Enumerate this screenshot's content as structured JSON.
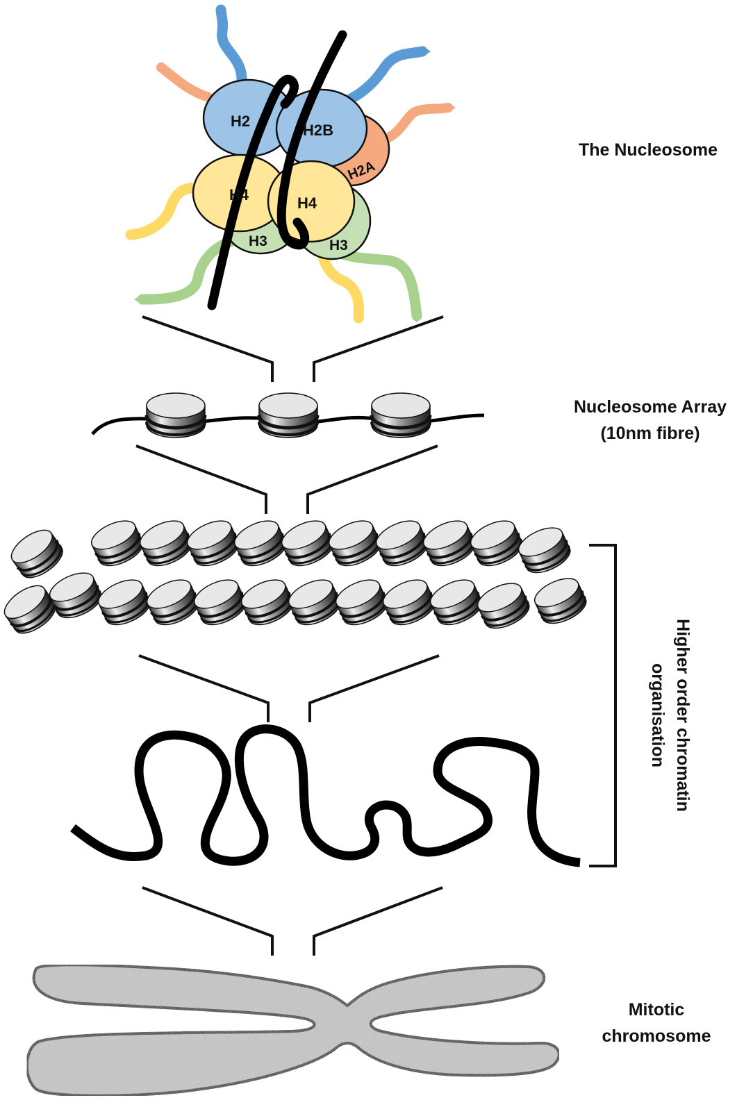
{
  "labels": {
    "nucleosome": "The Nucleosome",
    "array_line1": "Nucleosome Array",
    "array_line2": "(10nm fibre)",
    "higher_line1": "Higher order chromatin",
    "higher_line2": "organisation",
    "mitotic_line1": "Mitotic",
    "mitotic_line2": "chromosome"
  },
  "histones": {
    "h2a_left": "H2",
    "h2b": "H2B",
    "h2a_right": "H2A",
    "h4_left": "H4",
    "h4_right": "H4",
    "h3_left": "H3",
    "h3_right": "H3"
  },
  "colors": {
    "h2a": "#F4A97F",
    "h2b": "#9DC3E6",
    "h2b_tail": "#5B9BD5",
    "h4": "#FFE699",
    "h4_tail": "#FFD966",
    "h3": "#C5E0B4",
    "h3_tail": "#A9D18E",
    "dna": "#000000",
    "chromosome_fill": "#C9C9C9"
  }
}
